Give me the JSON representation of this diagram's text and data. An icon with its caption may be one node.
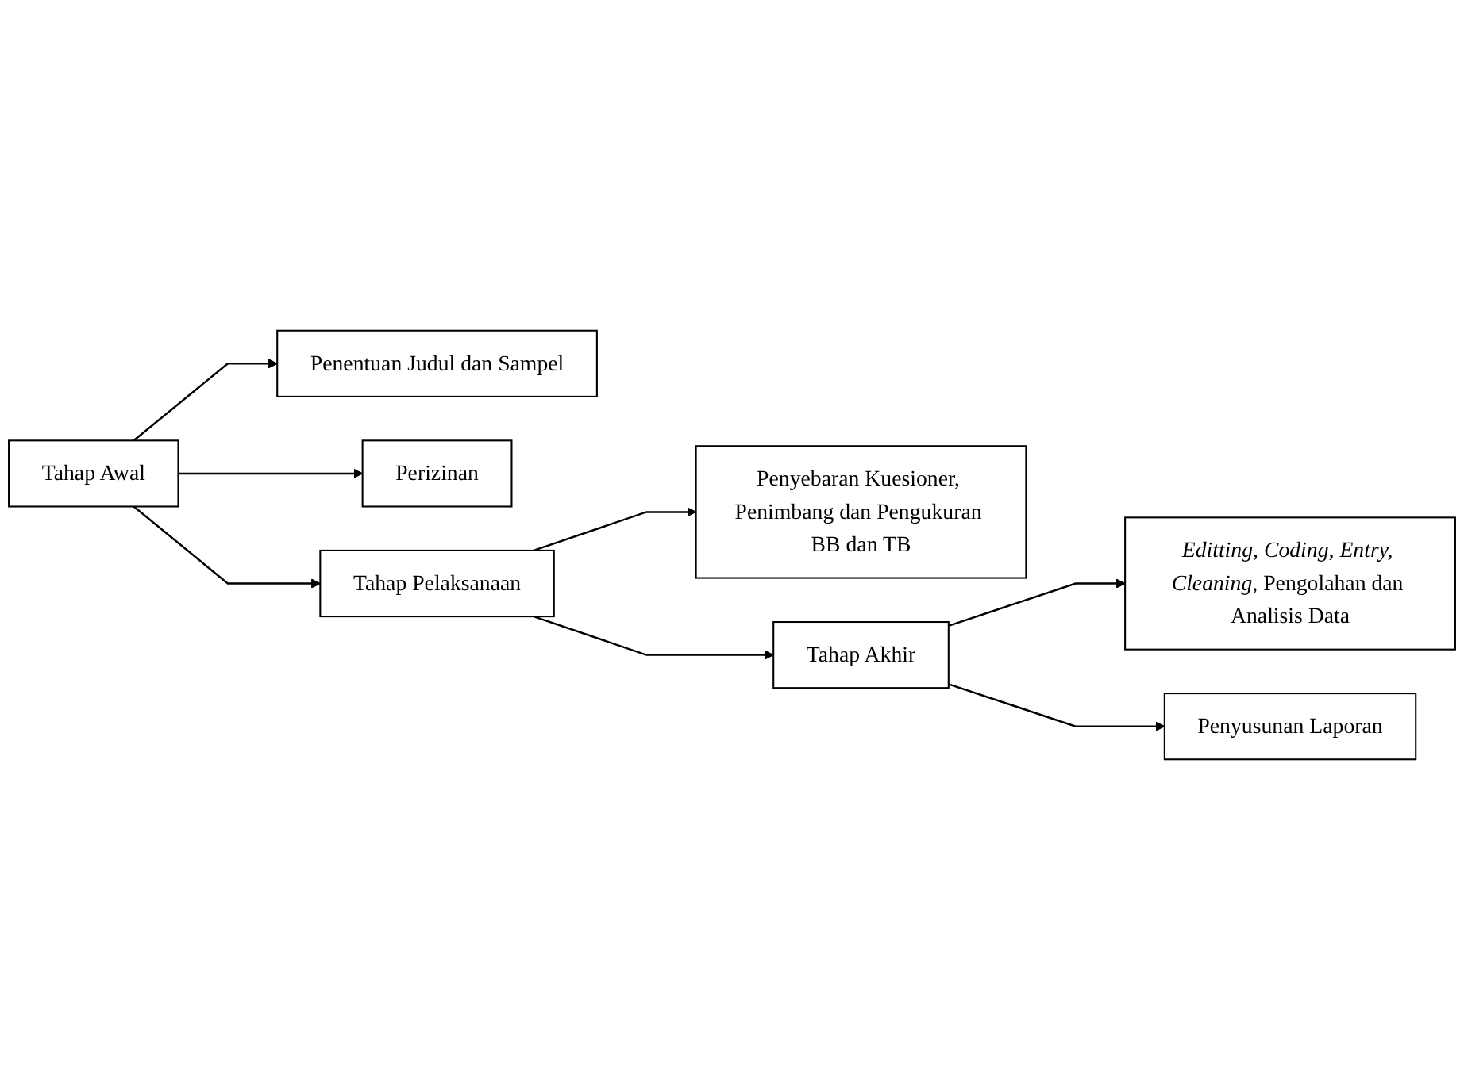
{
  "diagram": {
    "nodes": [
      {
        "text": [
          "Tahap Awal"
        ]
      },
      {
        "text": [
          "Penentuan Judul dan Sampel"
        ]
      },
      {
        "text": [
          "Perizinan"
        ]
      },
      {
        "text": [
          "Tahap Pelaksanaan"
        ]
      },
      {
        "text": [
          "Penyebaran Kuesioner, Penimbang dan Pengukuran BB dan TB"
        ]
      },
      {
        "text": [
          "Tahap Akhir"
        ]
      },
      {
        "text": [
          "*Editting, Coding, Entry, Cleaning*, Pengolahan dan Analisis Data"
        ]
      },
      {
        "text": [
          "Penyusunan Laporan"
        ]
      }
    ],
    "edges": [
      {
        "from": 0,
        "to": 1,
        "arrow": "to"
      },
      {
        "from": 0,
        "to": 2,
        "arrow": "to"
      },
      {
        "from": 0,
        "to": 3,
        "arrow": "to"
      },
      {
        "from": 3,
        "to": 4,
        "arrow": "to"
      },
      {
        "from": 3,
        "to": 5,
        "arrow": "to"
      },
      {
        "from": 5,
        "to": 6,
        "arrow": "to"
      },
      {
        "from": 5,
        "to": 7,
        "arrow": "to"
      }
    ]
  }
}
